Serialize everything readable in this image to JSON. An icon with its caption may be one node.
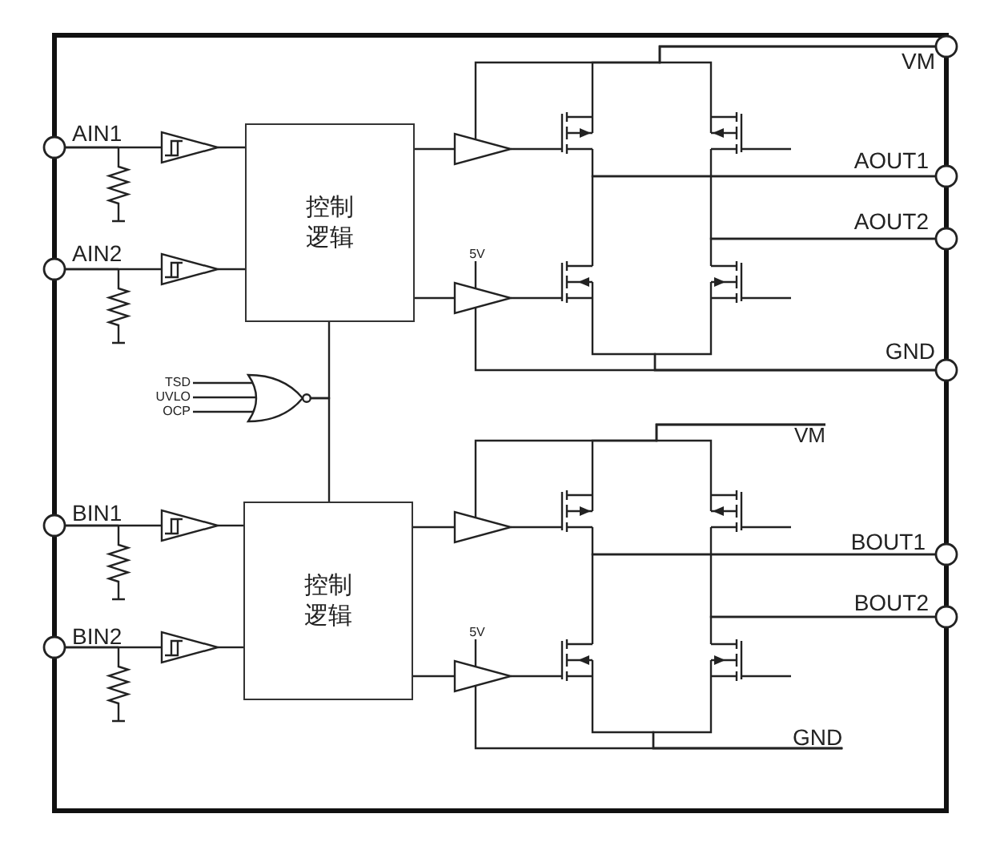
{
  "diagram": {
    "nodes": [
      {
        "text": [],
        "shape": "circle",
        "beside": [
          "VM"
        ]
      },
      {
        "text": [],
        "shape": "circle",
        "beside": [
          "AIN1"
        ]
      },
      {
        "text": [],
        "shape": "resistor"
      },
      {
        "text": [],
        "shape": "triangle"
      },
      {
        "text": [
          "控制逻辑"
        ]
      },
      {
        "text": [],
        "shape": "triangle"
      },
      {
        "text": [],
        "shape": "transistor"
      },
      {
        "text": [],
        "shape": "transistor"
      },
      {
        "text": [],
        "shape": "circle",
        "beside": [
          "AOUT1"
        ]
      },
      {
        "text": [],
        "shape": "circle",
        "beside": [
          "AOUT2"
        ]
      },
      {
        "text": [],
        "shape": "circle",
        "beside": [
          "AIN2"
        ]
      },
      {
        "text": [],
        "shape": "resistor"
      },
      {
        "text": [],
        "shape": "triangle"
      },
      {
        "text": [
          "5V"
        ]
      },
      {
        "text": [],
        "shape": "triangle"
      },
      {
        "text": [],
        "shape": "transistor"
      },
      {
        "text": [],
        "shape": "transistor"
      },
      {
        "text": [],
        "shape": "circle",
        "beside": [
          "GND"
        ]
      },
      {
        "text": [
          "TSD"
        ]
      },
      {
        "text": [
          "UVLO"
        ]
      },
      {
        "text": [
          "OCP"
        ]
      },
      {
        "text": [],
        "shape": "gate"
      },
      {
        "text": [],
        "shape": "circle",
        "beside": [
          "BIN1"
        ]
      },
      {
        "text": [],
        "shape": "resistor"
      },
      {
        "text": [],
        "shape": "triangle"
      },
      {
        "text": [
          "控制逻辑"
        ]
      },
      {
        "text": [],
        "shape": "triangle"
      },
      {
        "text": [],
        "shape": "transistor"
      },
      {
        "text": [],
        "shape": "transistor"
      },
      {
        "text": [],
        "shape": "circle",
        "beside": [
          "BOUT1"
        ]
      },
      {
        "text": [],
        "shape": "circle",
        "beside": [
          "BOUT2"
        ]
      },
      {
        "text": [],
        "shape": "circle",
        "beside": [
          "BIN2"
        ]
      },
      {
        "text": [],
        "shape": "resistor"
      },
      {
        "text": [],
        "shape": "triangle"
      },
      {
        "text": [
          "5V"
        ]
      },
      {
        "text": [],
        "shape": "triangle"
      },
      {
        "text": [],
        "shape": "transistor"
      },
      {
        "text": [],
        "shape": "transistor"
      },
      {
        "text": [
          "VM"
        ]
      },
      {
        "text": [
          "GND"
        ]
      }
    ],
    "edges": [
      {
        "from": 1,
        "to": 3,
        "arrow": "none"
      },
      {
        "from": 1,
        "to": 2,
        "arrow": "none"
      },
      {
        "from": 3,
        "to": 4,
        "arrow": "none"
      },
      {
        "from": 10,
        "to": 12,
        "arrow": "none"
      },
      {
        "from": 10,
        "to": 11,
        "arrow": "none"
      },
      {
        "from": 12,
        "to": 4,
        "arrow": "none"
      },
      {
        "from": 4,
        "to": 5,
        "arrow": "none"
      },
      {
        "from": 4,
        "to": 14,
        "arrow": "none"
      },
      {
        "from": 5,
        "to": 6,
        "arrow": "none"
      },
      {
        "from": 14,
        "to": 15,
        "arrow": "none"
      },
      {
        "from": 13,
        "to": 14,
        "arrow": "none"
      },
      {
        "from": 0,
        "to": 5,
        "arrow": "none"
      },
      {
        "from": 0,
        "to": 6,
        "arrow": "none"
      },
      {
        "from": 0,
        "to": 7,
        "arrow": "none"
      },
      {
        "from": 8,
        "to": 6,
        "arrow": "none"
      },
      {
        "from": 8,
        "to": 15,
        "arrow": "none"
      },
      {
        "from": 9,
        "to": 7,
        "arrow": "none"
      },
      {
        "from": 9,
        "to": 16,
        "arrow": "none"
      },
      {
        "from": 17,
        "to": 14,
        "arrow": "none"
      },
      {
        "from": 17,
        "to": 15,
        "arrow": "none"
      },
      {
        "from": 17,
        "to": 16,
        "arrow": "none"
      },
      {
        "from": 7,
        "to": null,
        "arrow": "none"
      },
      {
        "from": 16,
        "to": null,
        "arrow": "none"
      },
      {
        "from": 18,
        "to": 21,
        "arrow": "none"
      },
      {
        "from": 19,
        "to": 21,
        "arrow": "none"
      },
      {
        "from": 20,
        "to": 21,
        "arrow": "none"
      },
      {
        "from": 21,
        "to": 4,
        "arrow": "none"
      },
      {
        "from": 21,
        "to": 25,
        "arrow": "none"
      },
      {
        "from": 22,
        "to": 24,
        "arrow": "none"
      },
      {
        "from": 22,
        "to": 23,
        "arrow": "none"
      },
      {
        "from": 24,
        "to": 25,
        "arrow": "none"
      },
      {
        "from": 31,
        "to": 33,
        "arrow": "none"
      },
      {
        "from": 31,
        "to": 32,
        "arrow": "none"
      },
      {
        "from": 33,
        "to": 25,
        "arrow": "none"
      },
      {
        "from": 25,
        "to": 26,
        "arrow": "none"
      },
      {
        "from": 25,
        "to": 35,
        "arrow": "none"
      },
      {
        "from": 26,
        "to": 27,
        "arrow": "none"
      },
      {
        "from": 35,
        "to": 36,
        "arrow": "none"
      },
      {
        "from": 34,
        "to": 35,
        "arrow": "none"
      },
      {
        "from": 38,
        "to": 26,
        "arrow": "none"
      },
      {
        "from": 38,
        "to": 27,
        "arrow": "none"
      },
      {
        "from": 38,
        "to": 28,
        "arrow": "none"
      },
      {
        "from": 29,
        "to": 27,
        "arrow": "none"
      },
      {
        "from": 29,
        "to": 36,
        "arrow": "none"
      },
      {
        "from": 30,
        "to": 28,
        "arrow": "none"
      },
      {
        "from": 30,
        "to": 37,
        "arrow": "none"
      },
      {
        "from": 39,
        "to": 35,
        "arrow": "none"
      },
      {
        "from": 39,
        "to": 36,
        "arrow": "none"
      },
      {
        "from": 39,
        "to": 37,
        "arrow": "none"
      },
      {
        "from": 28,
        "to": null,
        "arrow": "none"
      },
      {
        "from": 37,
        "to": null,
        "arrow": "none"
      }
    ]
  }
}
